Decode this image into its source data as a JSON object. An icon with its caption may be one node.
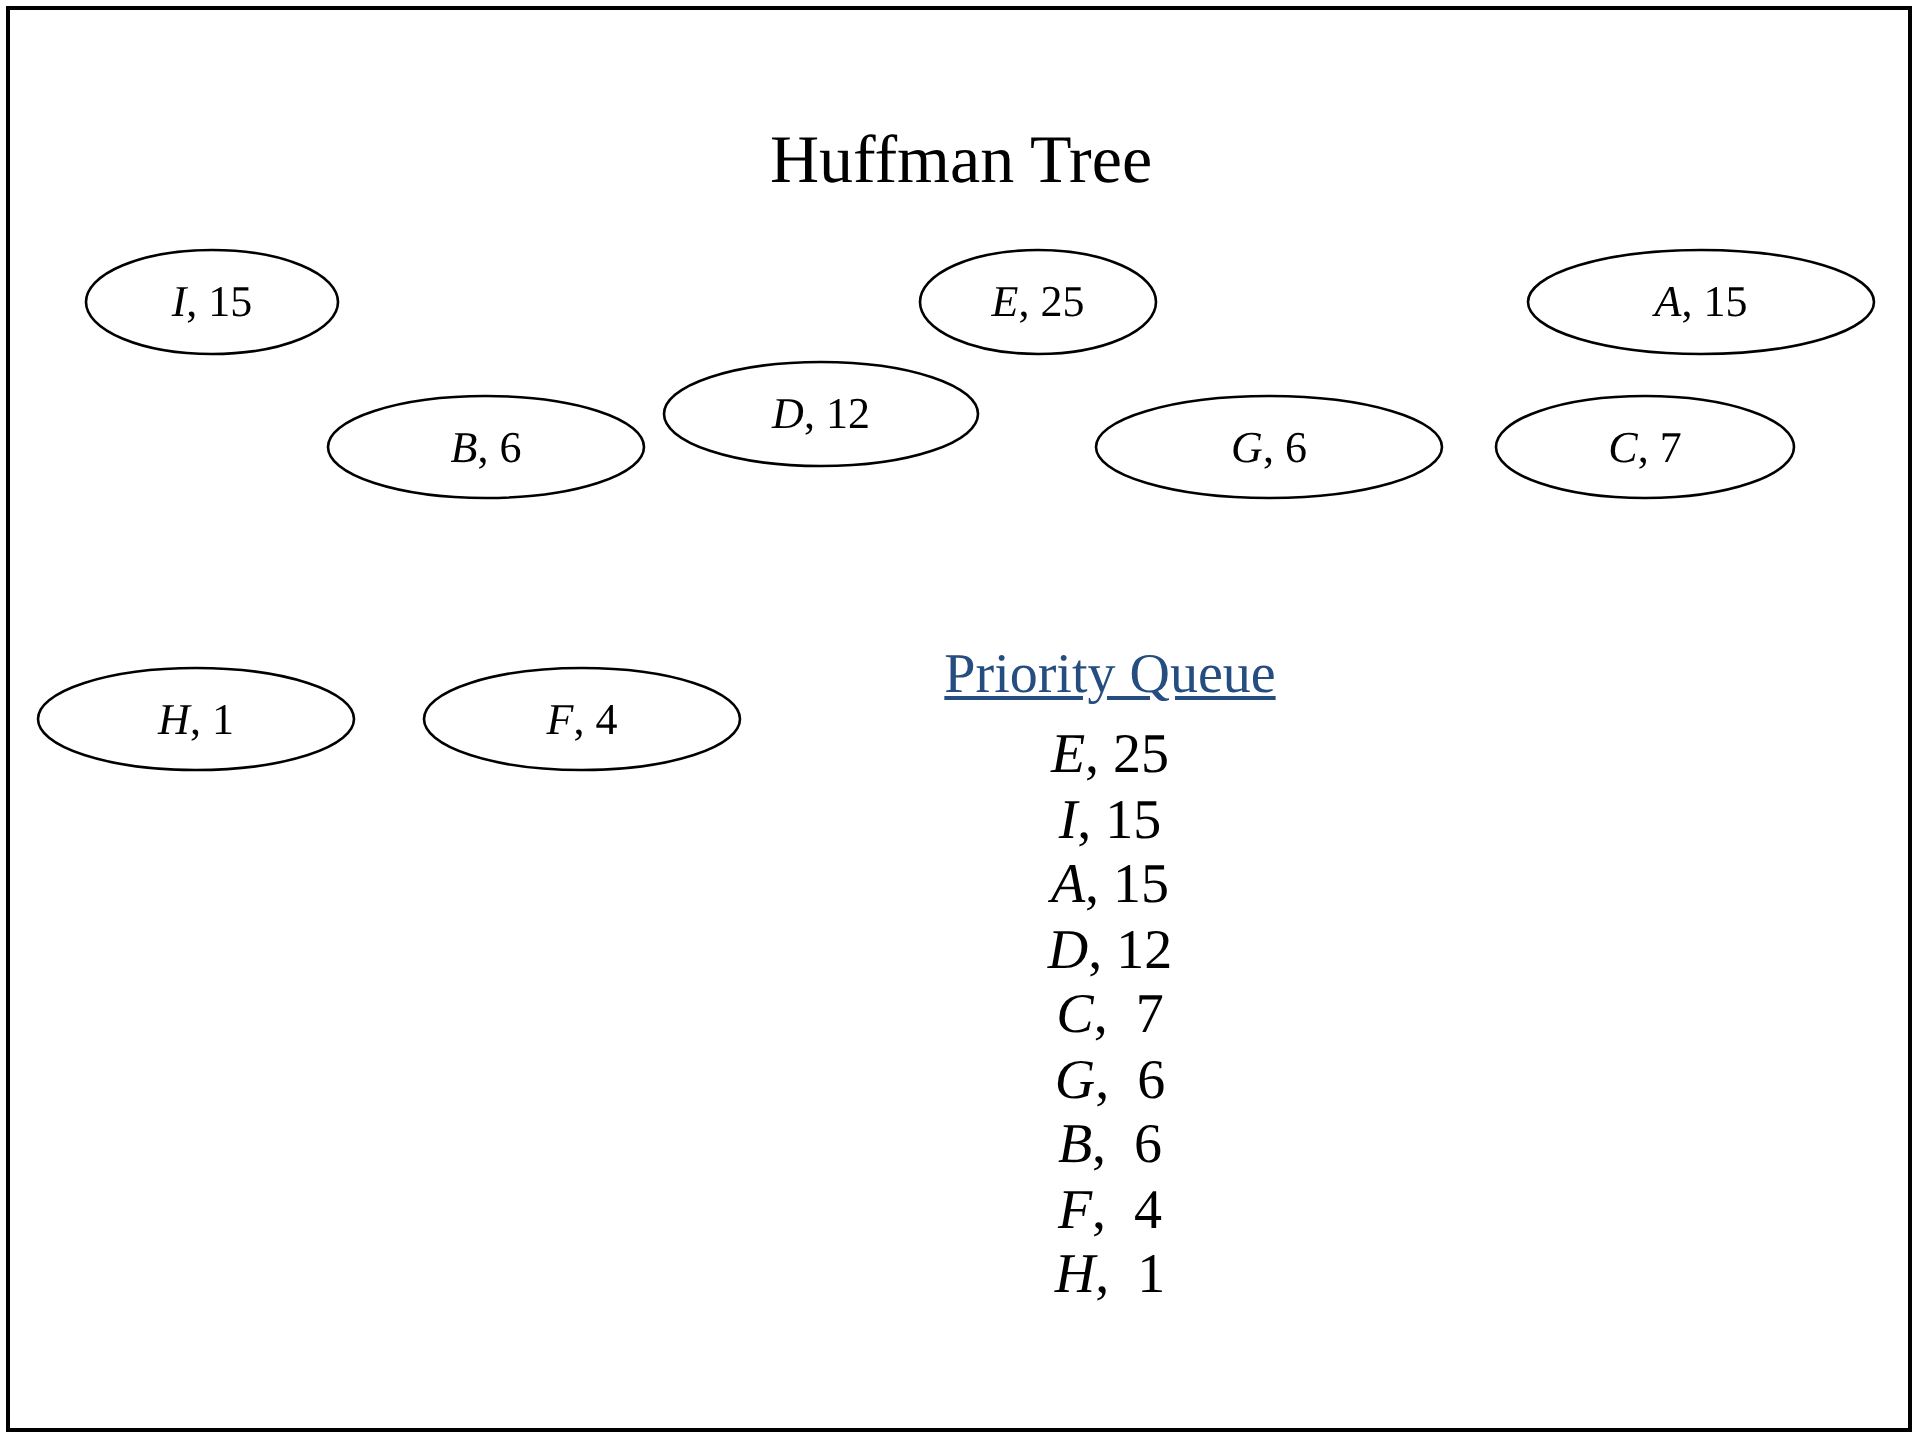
{
  "diagram": {
    "title": "Huffman Tree",
    "nodes": [
      {
        "text": [
          "*I*, 15"
        ]
      },
      {
        "text": [
          "*E*, 25"
        ]
      },
      {
        "text": [
          "*A*, 15"
        ]
      },
      {
        "text": [
          "*D*, 12"
        ]
      },
      {
        "text": [
          "*B*, 6"
        ]
      },
      {
        "text": [
          "*G*, 6"
        ]
      },
      {
        "text": [
          "*C*, 7"
        ]
      },
      {
        "text": [
          "*H*, 1"
        ]
      },
      {
        "text": [
          "*F*, 4"
        ]
      }
    ],
    "labels": [
      "Priority Queue",
      "*E*, 25",
      "*I*, 15",
      "*A*, 15",
      "*D*, 12",
      "*C*,  7",
      "*G*,  6",
      "*B*,  6",
      "*F*,  4",
      "*H*,  1"
    ]
  }
}
